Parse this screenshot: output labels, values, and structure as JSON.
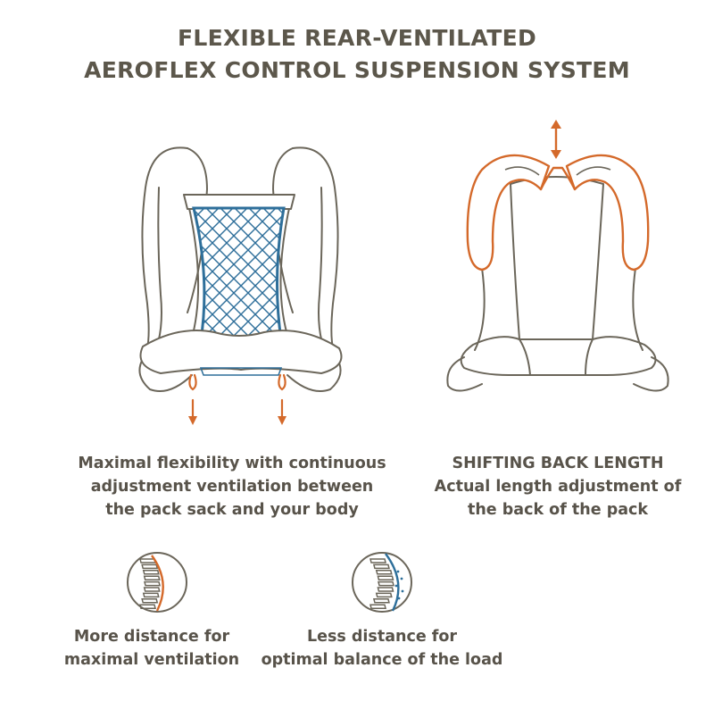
{
  "title": {
    "line1": "FLEXIBLE REAR-VENTILATED",
    "line2": "AEROFLEX CONTROL SUSPENSION SYSTEM"
  },
  "left_figure": {
    "caption_lines": [
      "Maximal flexibility with continuous",
      "adjustment ventilation between",
      "the pack sack and your body"
    ]
  },
  "right_figure": {
    "caption_lines": [
      "SHIFTING BACK LENGTH",
      "Actual length adjustment of",
      "the back of the pack"
    ]
  },
  "bottom_left": {
    "caption_lines": [
      "More distance for",
      "maximal ventilation"
    ]
  },
  "bottom_right": {
    "caption_lines": [
      "Less distance for",
      "optimal balance of the load"
    ]
  },
  "colors": {
    "outline": "#6b665a",
    "accent_orange": "#d4692a",
    "mesh_blue": "#2e6f9a",
    "text": "#58534a"
  }
}
